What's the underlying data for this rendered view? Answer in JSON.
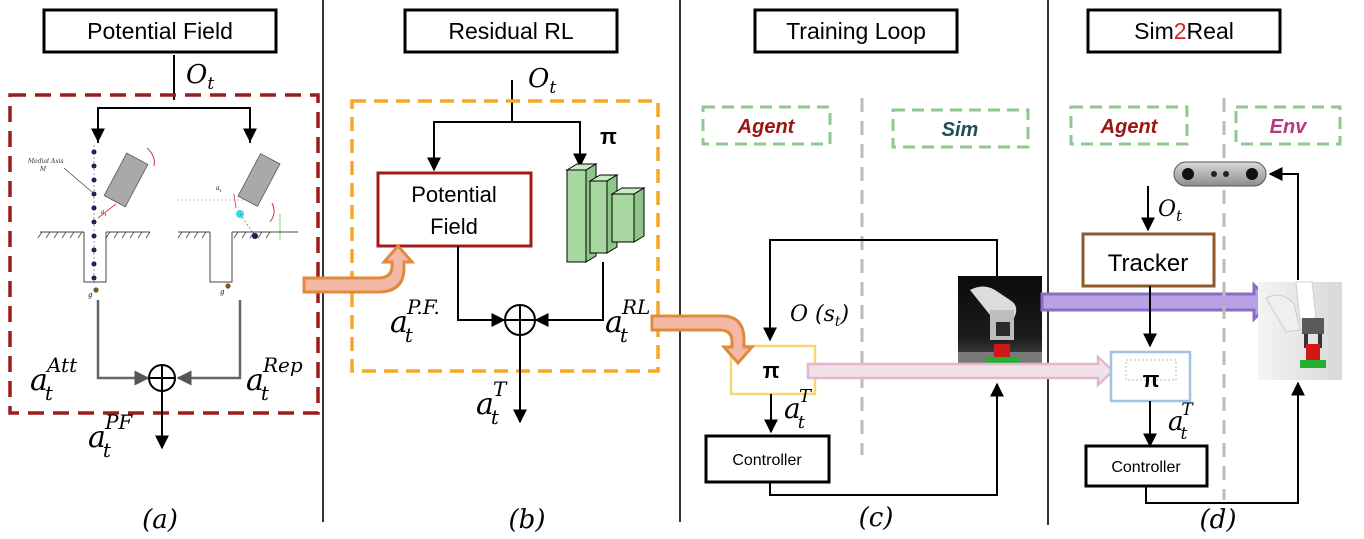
{
  "panels": {
    "a": {
      "title": "Potential Field",
      "caption": "(a)"
    },
    "b": {
      "title": "Residual RL",
      "caption": "(b)"
    },
    "c": {
      "title": "Training Loop",
      "caption": "(c)"
    },
    "d": {
      "title_pre": "Sim",
      "title_mid": "2",
      "title_post": "Real",
      "caption": "(d)"
    }
  },
  "labels": {
    "observation": "O",
    "obs_sub": "t",
    "pi": "π",
    "a": "a",
    "t": "t",
    "att": "Att",
    "rep": "Rep",
    "pf": "PF",
    "pf_dot": "P.F.",
    "rl": "RL",
    "T": "T",
    "potential_field_line1": "Potential",
    "potential_field_line2": "Field",
    "obs_state": "O (s",
    "obs_state_sub": "t",
    "obs_state_close": ")",
    "controller": "Controller",
    "tracker": "Tracker",
    "agent": "Agent",
    "sim": "Sim",
    "env": "Env",
    "medial_axis": "Medial Axis",
    "medial_m": "M",
    "g": "g"
  },
  "colors": {
    "dark_red_dash": "#9b1c1c",
    "orange_dash": "#f5a623",
    "green_dash": "#8fc98f",
    "pf_box": "#a01c1c",
    "tracker_box": "#8b5a2b",
    "pi_box_yellow": "#f7d774",
    "pi_box_blue": "#9ec3e6",
    "agent_text": "#9b1414",
    "sim_text": "#1f4e5a",
    "env_text": "#b03a7a",
    "sim2_red": "#e02020",
    "purple_arrow": "#9b7fcf",
    "pink_arrow": "#e9c7d9",
    "orange_arrow": "#e08a3c",
    "network_green": "#a6d8a0"
  }
}
